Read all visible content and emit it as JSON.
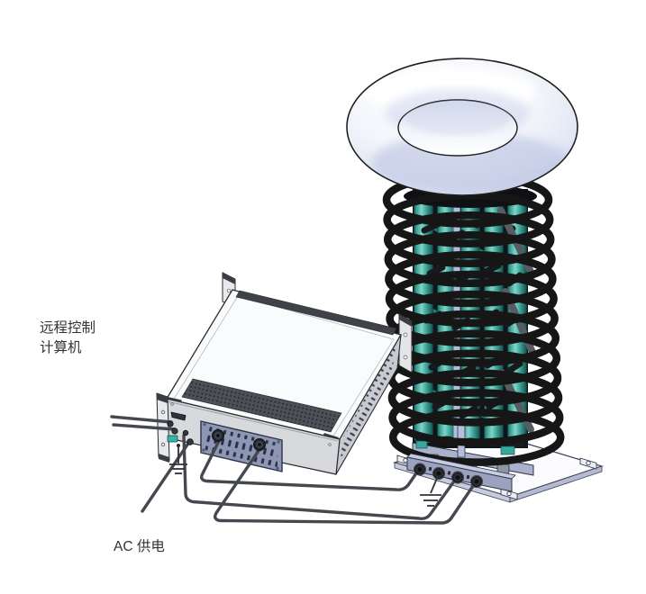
{
  "diagram": {
    "background": "#ffffff",
    "labels": {
      "remote_control_line1": "远程控制",
      "remote_control_line2": "计算机",
      "ac_power": "AC 供电"
    },
    "generator": {
      "ring_count": 13,
      "capacitor_column_count": 5,
      "base_connector_count": 4,
      "ground_symbol_count": 2
    },
    "control_unit": {
      "front_connector_count": 2,
      "aux_connector_count": 5,
      "remote_cable_count": 2
    },
    "colors": {
      "outline": "#2b2b2b",
      "toroid_edge": "#c5cde7",
      "ring_black": "#161616",
      "capacitor_teal": "#45ada2",
      "insert_slate": "#8d96b2",
      "base_slate": "#9aa2bf",
      "chassis_gray": "#d7d9dd",
      "cable_gray": "#45484e",
      "label_text": "#333333"
    }
  }
}
